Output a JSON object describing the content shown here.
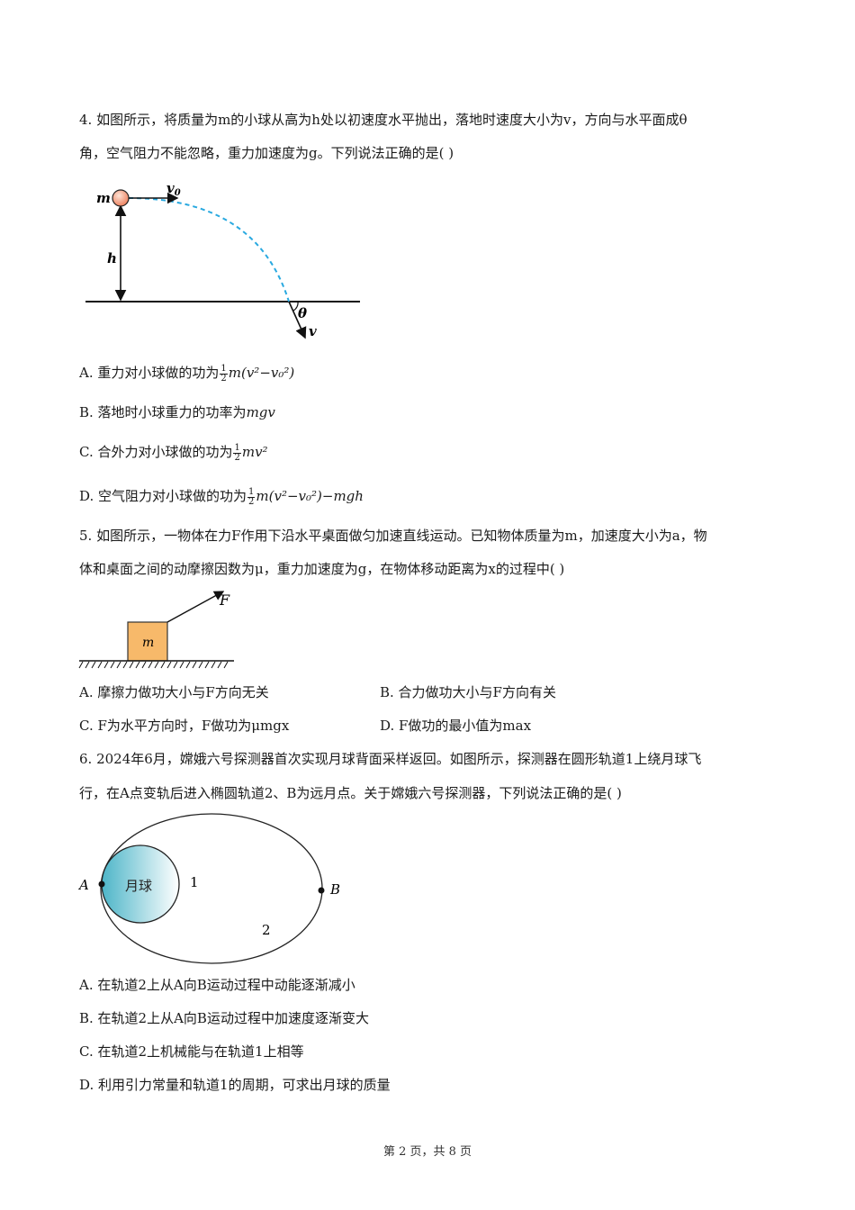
{
  "q4": {
    "stem_line1": "4. 如图所示，将质量为m的小球从高为h处以初速度水平抛出，落地时速度大小为v，方向与水平面成θ",
    "stem_line2": "角，空气阻力不能忽略，重力加速度为g。下列说法正确的是(    )",
    "figure": {
      "mass_label": "m",
      "v0_label": "v",
      "v0_sub": "0",
      "height_label": "h",
      "angle_label": "θ",
      "velocity_label": "v",
      "ball_color": "#f08a6a",
      "trajectory_color": "#29a9e0"
    },
    "options": {
      "A": {
        "prefix": "A. 重力对小球做的功为",
        "math": "m(v²−v₀²)"
      },
      "B": {
        "prefix": "B. 落地时小球重力的功率为",
        "math": "mgv"
      },
      "C": {
        "prefix": "C. 合外力对小球做的功为",
        "math": "mv²"
      },
      "D": {
        "prefix": "D. 空气阻力对小球做的功为",
        "math": "m(v²−v₀²)−mgh"
      }
    }
  },
  "q5": {
    "stem_line1": "5. 如图所示，一物体在力F作用下沿水平桌面做匀加速直线运动。已知物体质量为m，加速度大小为a，物",
    "stem_line2": "体和桌面之间的动摩擦因数为μ，重力加速度为g，在物体移动距离为x的过程中(    )",
    "figure": {
      "force_label": "F",
      "mass_label": "m",
      "block_color": "#f7b96a"
    },
    "options": {
      "A": "A. 摩擦力做功大小与F方向无关",
      "B": "B. 合力做功大小与F方向有关",
      "C": "C. F为水平方向时，F做功为μmgx",
      "D": "D. F做功的最小值为max"
    }
  },
  "q6": {
    "stem_line1": "6. 2024年6月，嫦娥六号探测器首次实现月球背面采样返回。如图所示，探测器在圆形轨道1上绕月球飞",
    "stem_line2": "行，在A点变轨后进入椭圆轨道2、B为远月点。关于嫦娥六号探测器，下列说法正确的是(    )",
    "figure": {
      "moon_label": "月球",
      "point_a": "A",
      "point_b": "B",
      "orbit1_label": "1",
      "orbit2_label": "2",
      "moon_color": "#5bbfcf"
    },
    "options": {
      "A": "A. 在轨道2上从A向B运动过程中动能逐渐减小",
      "B": "B. 在轨道2上从A向B运动过程中加速度逐渐变大",
      "C": "C. 在轨道2上机械能与在轨道1上相等",
      "D": "D. 利用引力常量和轨道1的周期，可求出月球的质量"
    }
  },
  "footer": {
    "page_text": "第 2 页，共 8 页"
  }
}
